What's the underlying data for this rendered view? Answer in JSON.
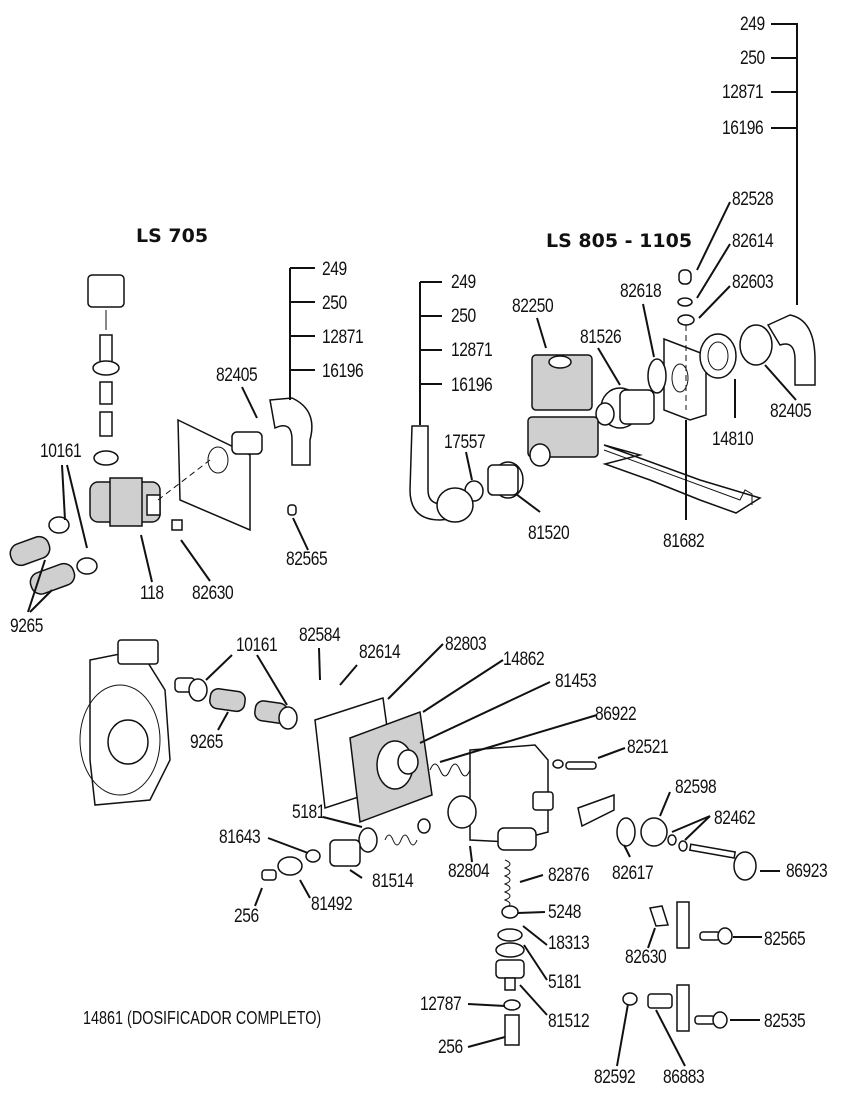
{
  "diagram": {
    "sections": {
      "ls705": {
        "title": "LS 705"
      },
      "ls805": {
        "title": "LS 805 - 1105"
      },
      "dosifier": {
        "caption": "14861 (DOSIFICADOR COMPLETO)"
      }
    },
    "labels": {
      "top_bracket": [
        "249",
        "250",
        "12871",
        "16196"
      ],
      "ls805_parts": {
        "p82528": "82528",
        "p82614": "82614",
        "p82603": "82603",
        "p82618": "82618",
        "p82250": "82250",
        "p81526": "81526",
        "p82405": "82405",
        "p14810": "14810",
        "p17557": "17557",
        "p81520": "81520",
        "p81682": "81682",
        "hose_bracket": [
          "249",
          "250",
          "12871",
          "16196"
        ]
      },
      "ls705_parts": {
        "hose_bracket": [
          "249",
          "250",
          "12871",
          "16196"
        ],
        "p82405": "82405",
        "p10161": "10161",
        "p118": "118",
        "p82630": "82630",
        "p82565": "82565",
        "p9265": "9265"
      },
      "dosifier_parts": {
        "p10161": "10161",
        "p9265": "9265",
        "p82584": "82584",
        "p82614": "82614",
        "p82803": "82803",
        "p14862": "14862",
        "p81453": "81453",
        "p86922": "86922",
        "p82521": "82521",
        "p82598": "82598",
        "p82462": "82462",
        "p86923": "86923",
        "p82617": "82617",
        "p5181a": "5181",
        "p81643": "81643",
        "p81514": "81514",
        "p81492": "81492",
        "p256a": "256",
        "p82804": "82804",
        "p82876": "82876",
        "p5248": "5248",
        "p18313": "18313",
        "p5181b": "5181",
        "p12787": "12787",
        "p81512": "81512",
        "p256b": "256"
      },
      "fastener_parts": {
        "p82630": "82630",
        "p82565": "82565",
        "p82592": "82592",
        "p86883": "86883",
        "p82535": "82535"
      }
    }
  }
}
